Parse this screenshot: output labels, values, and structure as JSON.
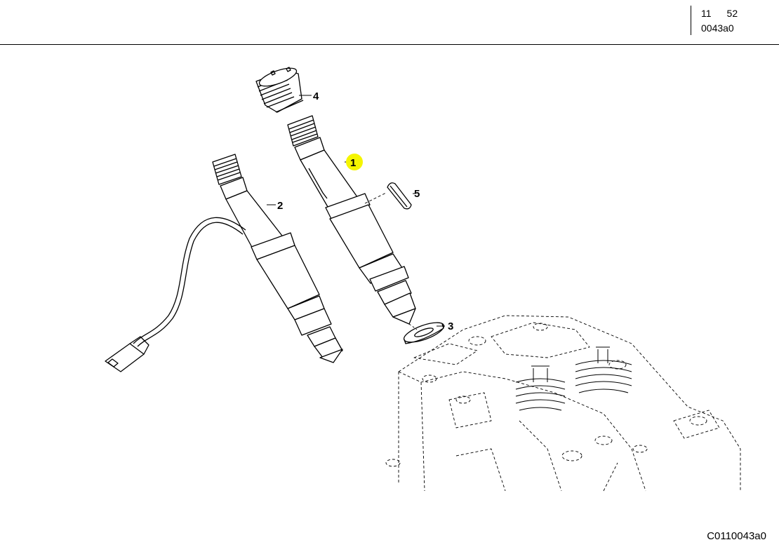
{
  "header": {
    "group": "11",
    "subgroup": "52",
    "diagram_ref": "0043a0"
  },
  "footer": {
    "image_code": "C0110043a0"
  },
  "callouts": [
    {
      "label": "1",
      "part": "injector",
      "highlighted": true,
      "highlight_color": "#f5f500"
    },
    {
      "label": "2",
      "part": "injector-with-sensor",
      "highlighted": false
    },
    {
      "label": "3",
      "part": "seal-washer",
      "highlighted": false
    },
    {
      "label": "4",
      "part": "threaded-sleeve",
      "highlighted": false
    },
    {
      "label": "5",
      "part": "clamp-pin",
      "highlighted": false
    }
  ]
}
